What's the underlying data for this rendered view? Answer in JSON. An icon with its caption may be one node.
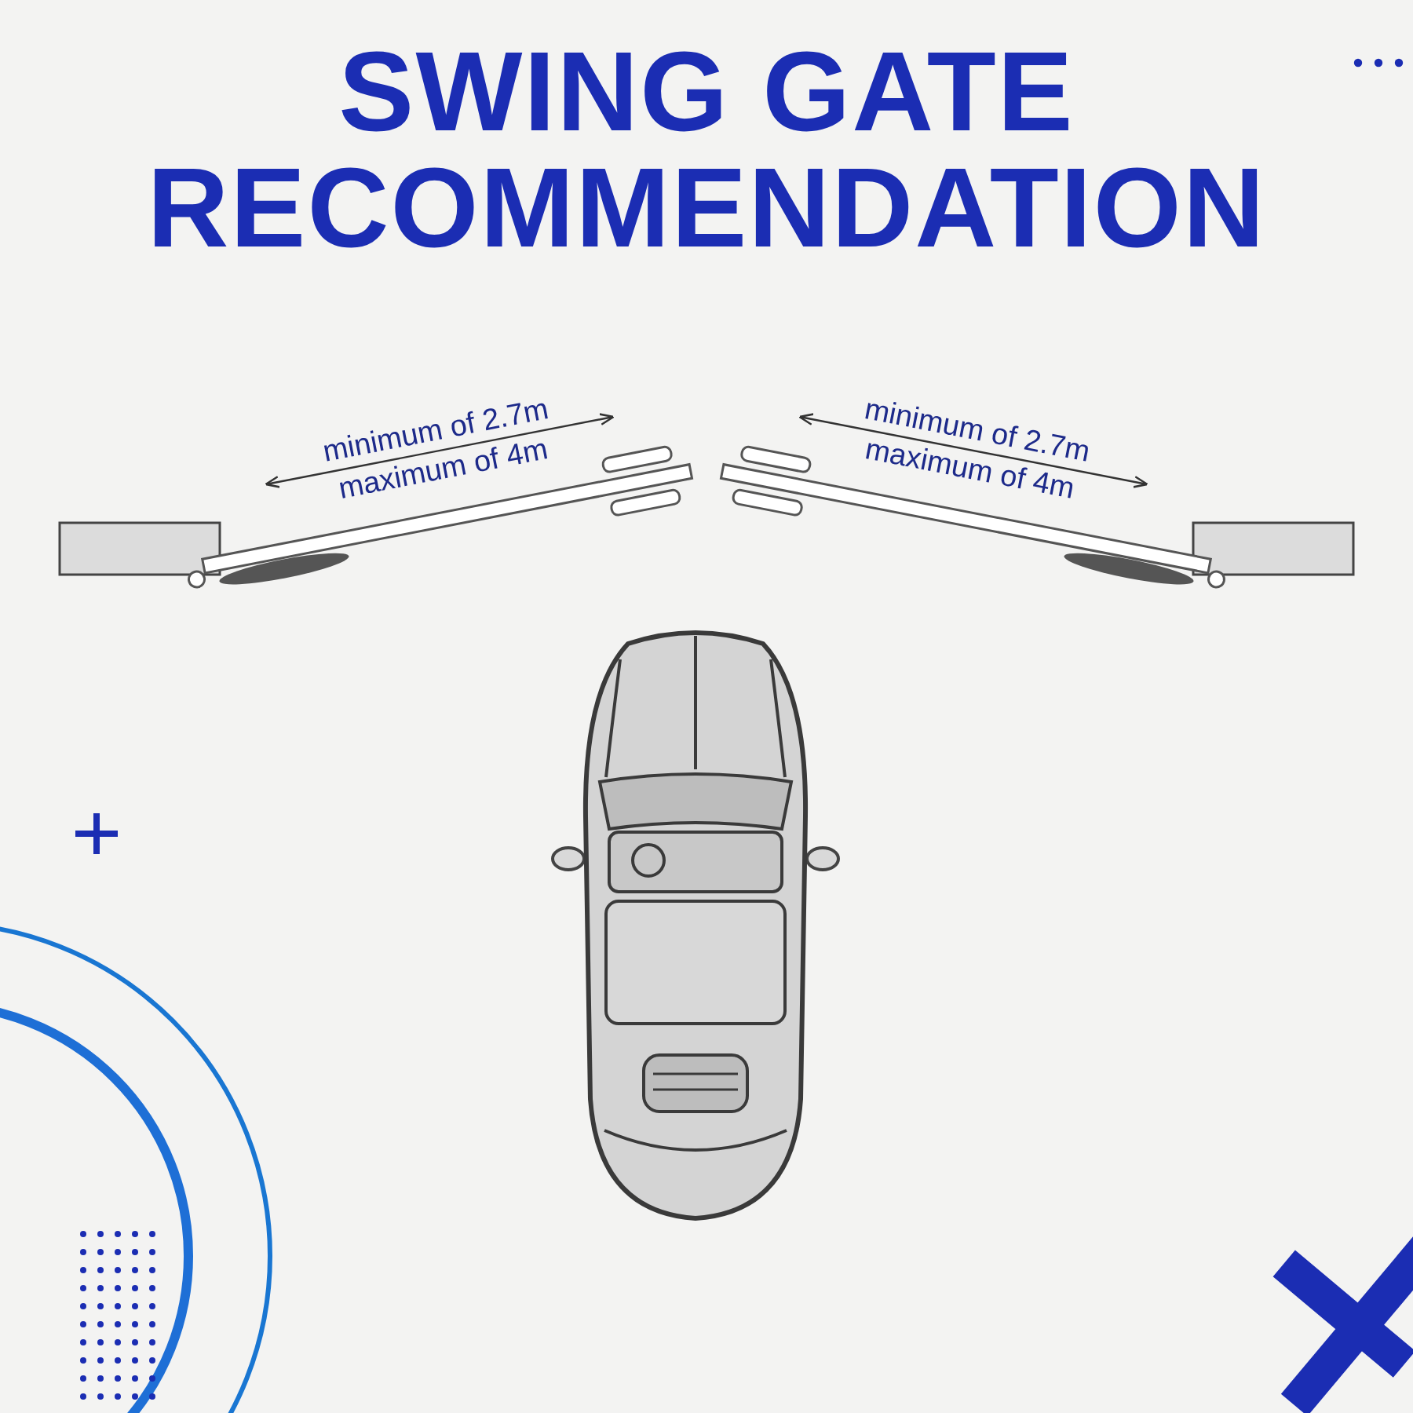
{
  "diagram": {
    "title": "SWING GATE RECOMMENDATION",
    "labels": [
      "minimum of 2.7m",
      "maximum of 4m",
      "minimum of 2.7m",
      "maximum of 4m"
    ]
  }
}
